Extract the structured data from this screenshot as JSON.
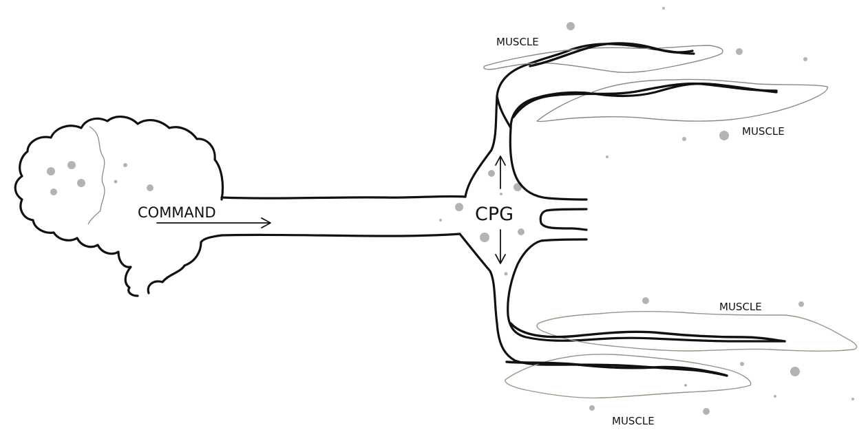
{
  "labels": {
    "command": "COMMAND",
    "cpg": "CPG",
    "muscle_top_left": "MUSCLE",
    "muscle_top_right": "MUSCLE",
    "muscle_bottom_right": "MUSCLE",
    "muscle_bottom": "MUSCLE"
  },
  "colors": {
    "ink": "#111111",
    "muscle_outline": "#8a8a84",
    "speckle": "#b3b3b3"
  }
}
